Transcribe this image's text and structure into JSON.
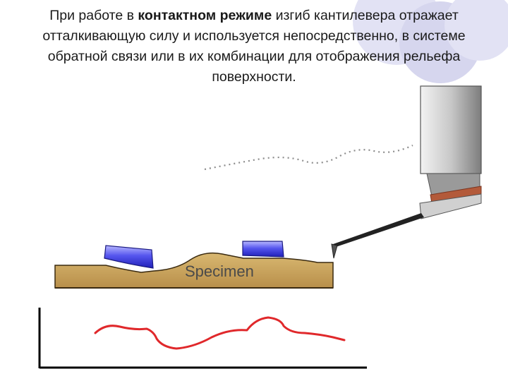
{
  "caption": {
    "part1": "При работе в ",
    "bold": "контактном режиме",
    "part2": " изгиб кантилевера отражает отталкивающую силу и используется непосредственно, в системе обратной связи или в их комбинации для отображения рельефа поверхности."
  },
  "diagram": {
    "specimen_label": "Specimen"
  },
  "colors": {
    "specimen_fill": "#c7a15c",
    "specimen_stroke": "#3a2a10",
    "bump_blue": "#3e3ee6",
    "profile_line": "#e0282b",
    "decor_circles": "#d9d9f0",
    "cantilever_holder": "#b0b0b0",
    "laser_strip": "#b35a3a"
  }
}
